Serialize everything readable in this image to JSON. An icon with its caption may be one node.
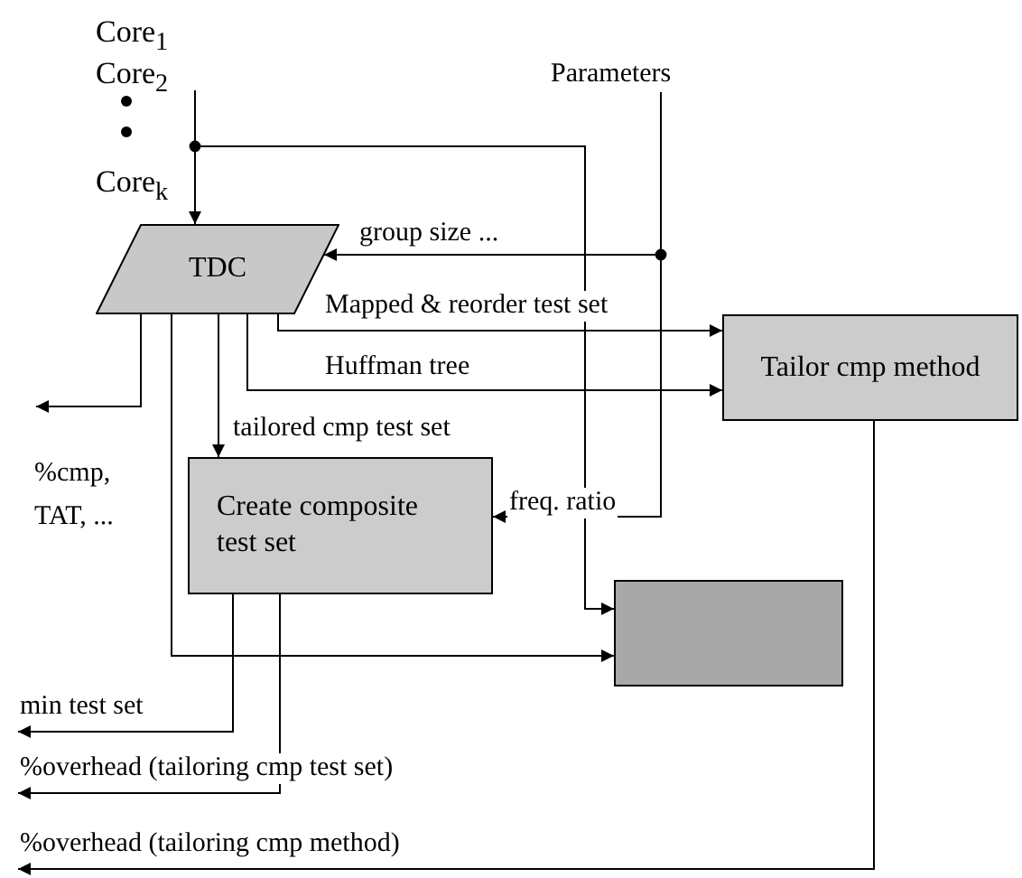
{
  "diagram": {
    "nodes": [
      {
        "text": [
          "Core$_{1}$",
          "Core$_{2}$",
          "Core$_{k}$"
        ]
      },
      {
        "text": [
          "TDC"
        ]
      },
      {
        "text": [
          "Parameters"
        ]
      },
      {
        "text": [
          "Tailor cmp method"
        ]
      },
      {
        "text": [
          "Create composite test set"
        ]
      },
      {
        "text": [],
        "shape": "box"
      }
    ],
    "edges": [
      {
        "from": 0,
        "to": 1,
        "arrow": "to"
      },
      {
        "from": 0,
        "to": 5,
        "arrow": "to"
      },
      {
        "from": 2,
        "to": 1,
        "arrow": "to",
        "label": "group size ..."
      },
      {
        "from": 2,
        "to": 4,
        "arrow": "to",
        "label": "freq. ratio"
      },
      {
        "from": 1,
        "to": 3,
        "arrow": "to",
        "label": "Mapped & reorder test set"
      },
      {
        "from": 1,
        "to": 3,
        "arrow": "to",
        "label": "Huffman tree"
      },
      {
        "from": 1,
        "to": 4,
        "arrow": "to",
        "label": "tailored cmp test set"
      },
      {
        "from": 1,
        "to": null,
        "arrow": "to",
        "label": "%cmp, TAT, ..."
      },
      {
        "from": 1,
        "to": 5,
        "arrow": "to"
      },
      {
        "from": 4,
        "to": null,
        "arrow": "to",
        "label": "min test set"
      },
      {
        "from": 4,
        "to": null,
        "arrow": "to",
        "label": "%overhead (tailoring cmp test set)"
      },
      {
        "from": 3,
        "to": null,
        "arrow": "to",
        "label": "%overhead (tailoring cmp method)"
      }
    ]
  }
}
